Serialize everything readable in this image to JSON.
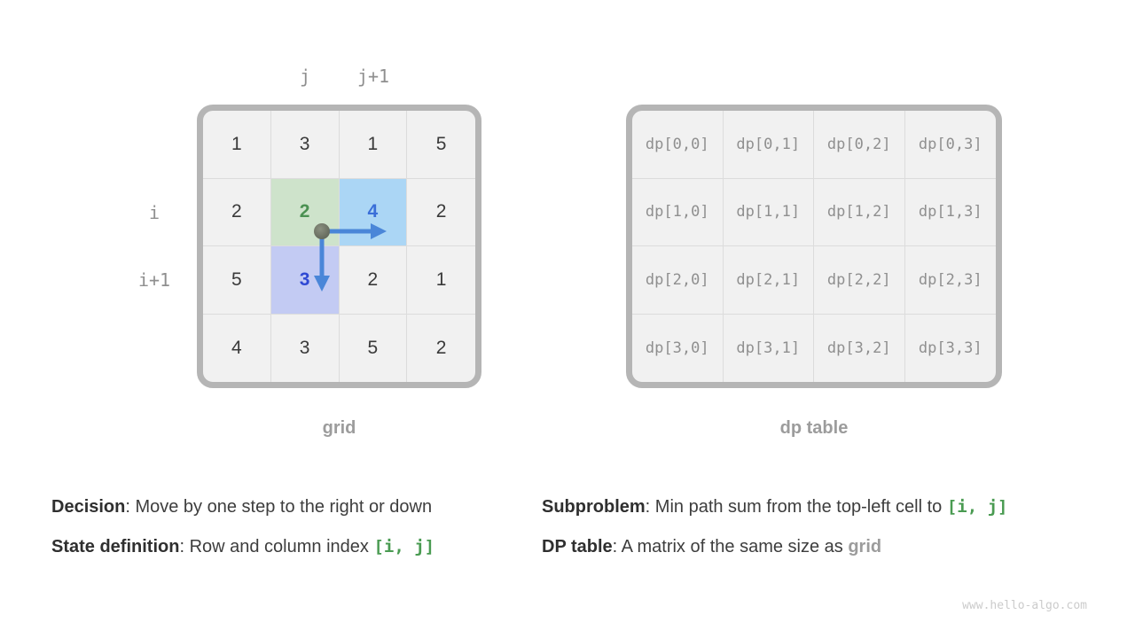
{
  "grid_panel": {
    "caption": "grid",
    "col_labels": [
      "j",
      "j+1"
    ],
    "row_labels": [
      "i",
      "i+1"
    ],
    "rows": [
      [
        "1",
        "3",
        "1",
        "5"
      ],
      [
        "2",
        "2",
        "4",
        "2"
      ],
      [
        "5",
        "3",
        "2",
        "1"
      ],
      [
        "4",
        "3",
        "5",
        "2"
      ]
    ],
    "highlights": {
      "current_cell": "row 1 col 1 (green)",
      "right_cell": "row 1 col 2 (blue)",
      "down_cell": "row 2 col 1 (purple)"
    }
  },
  "dp_panel": {
    "caption": "dp table",
    "rows": [
      [
        "dp[0,0]",
        "dp[0,1]",
        "dp[0,2]",
        "dp[0,3]"
      ],
      [
        "dp[1,0]",
        "dp[1,1]",
        "dp[1,2]",
        "dp[1,3]"
      ],
      [
        "dp[2,0]",
        "dp[2,1]",
        "dp[2,2]",
        "dp[2,3]"
      ],
      [
        "dp[3,0]",
        "dp[3,1]",
        "dp[3,2]",
        "dp[3,3]"
      ]
    ]
  },
  "notes": {
    "left": [
      {
        "label": "Decision",
        "text": ": Move by one step to the right or down"
      },
      {
        "label": "State definition",
        "text": ": Row and column index ",
        "code": "[i, j]"
      }
    ],
    "right": [
      {
        "label": "Subproblem",
        "text": ": Min path sum from the top-left cell to ",
        "code": "[i, j]"
      },
      {
        "label": "DP table",
        "text": ": A matrix of the same size as ",
        "gray": "grid"
      }
    ]
  },
  "watermark": "www.hello-algo.com",
  "colors": {
    "cell_bg": "#f1f1f1",
    "grid_line": "#dcdcdc",
    "frame": "#b5b5b5",
    "highlight_green_bg": "#cee3cb",
    "highlight_green_text": "#4b9152",
    "highlight_blue_bg": "#abd6f5",
    "highlight_blue_text": "#3a6fd8",
    "highlight_purple_bg": "#c3cbf3",
    "highlight_purple_text": "#2f49d3",
    "arrow": "#4a86d8",
    "code_green": "#4a9b52",
    "label_gray": "#8f8f8f",
    "caption_gray": "#9c9c9c",
    "text_dark": "#3d3d3d",
    "watermark_gray": "#cbcbcb"
  }
}
